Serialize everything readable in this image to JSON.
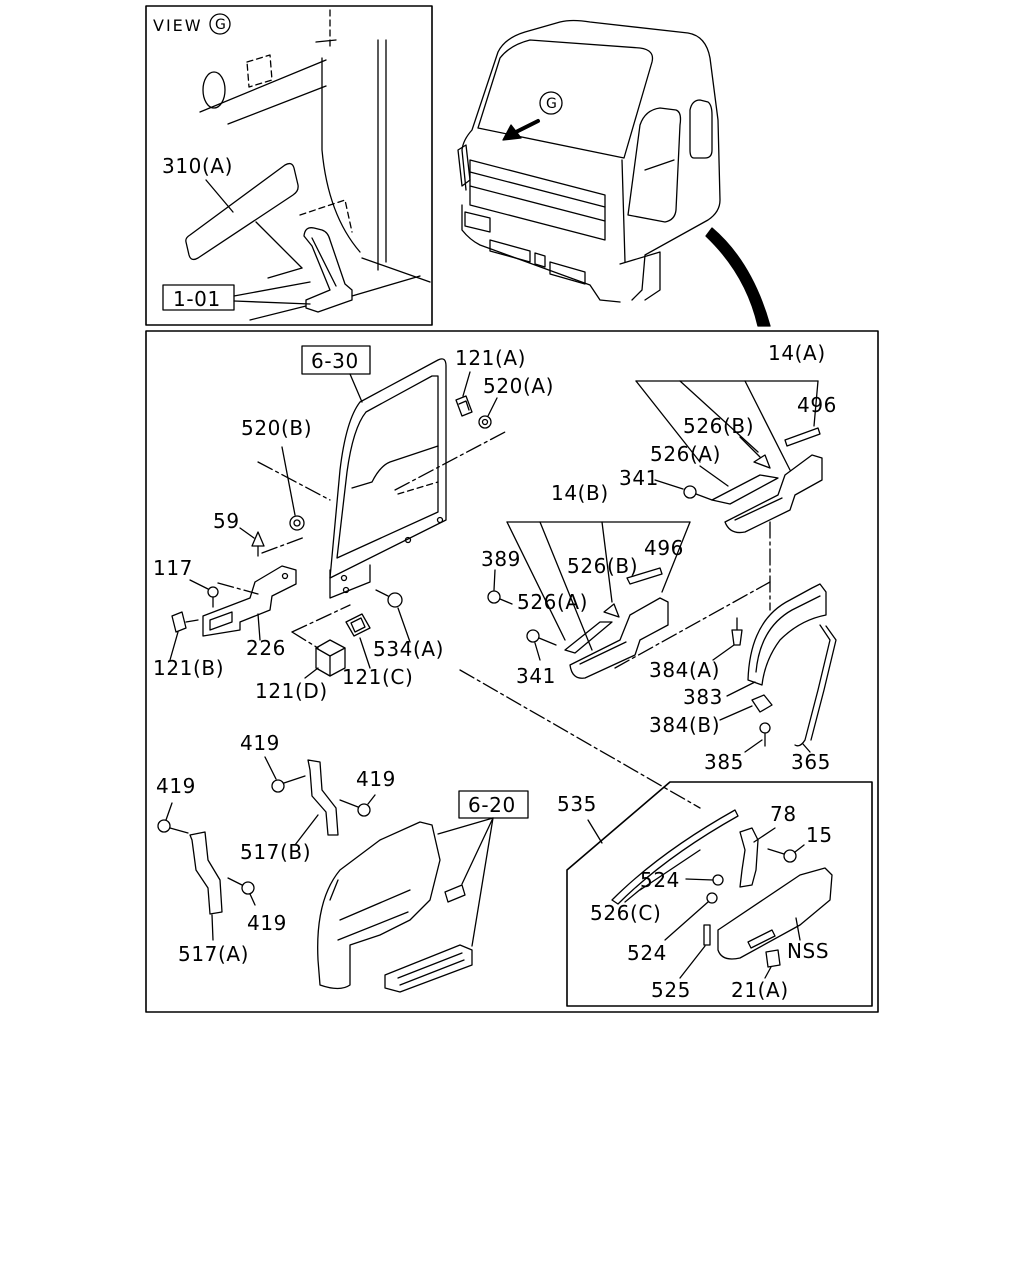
{
  "view_inset": {
    "title": "VIEW",
    "marker": "G",
    "sticker_label": "310(A)",
    "ref_label": "1-01"
  },
  "cab": {
    "marker": "G"
  },
  "main": {
    "door_ref": "6-30",
    "step_ref": "6-20",
    "callouts": [
      "121(A)",
      "520(A)",
      "14(A)",
      "496",
      "526(B)",
      "526(A)",
      "341",
      "520(B)",
      "59",
      "14(B)",
      "496",
      "389",
      "526(B)",
      "526(A)",
      "117",
      "121(B)",
      "226",
      "121(D)",
      "121(C)",
      "534(A)",
      "341",
      "384(A)",
      "383",
      "384(B)",
      "385",
      "365",
      "419",
      "419",
      "419",
      "419",
      "517(B)",
      "517(A)",
      "535",
      "78",
      "15",
      "524",
      "526(C)",
      "524",
      "NSS",
      "525",
      "21(A)"
    ]
  }
}
